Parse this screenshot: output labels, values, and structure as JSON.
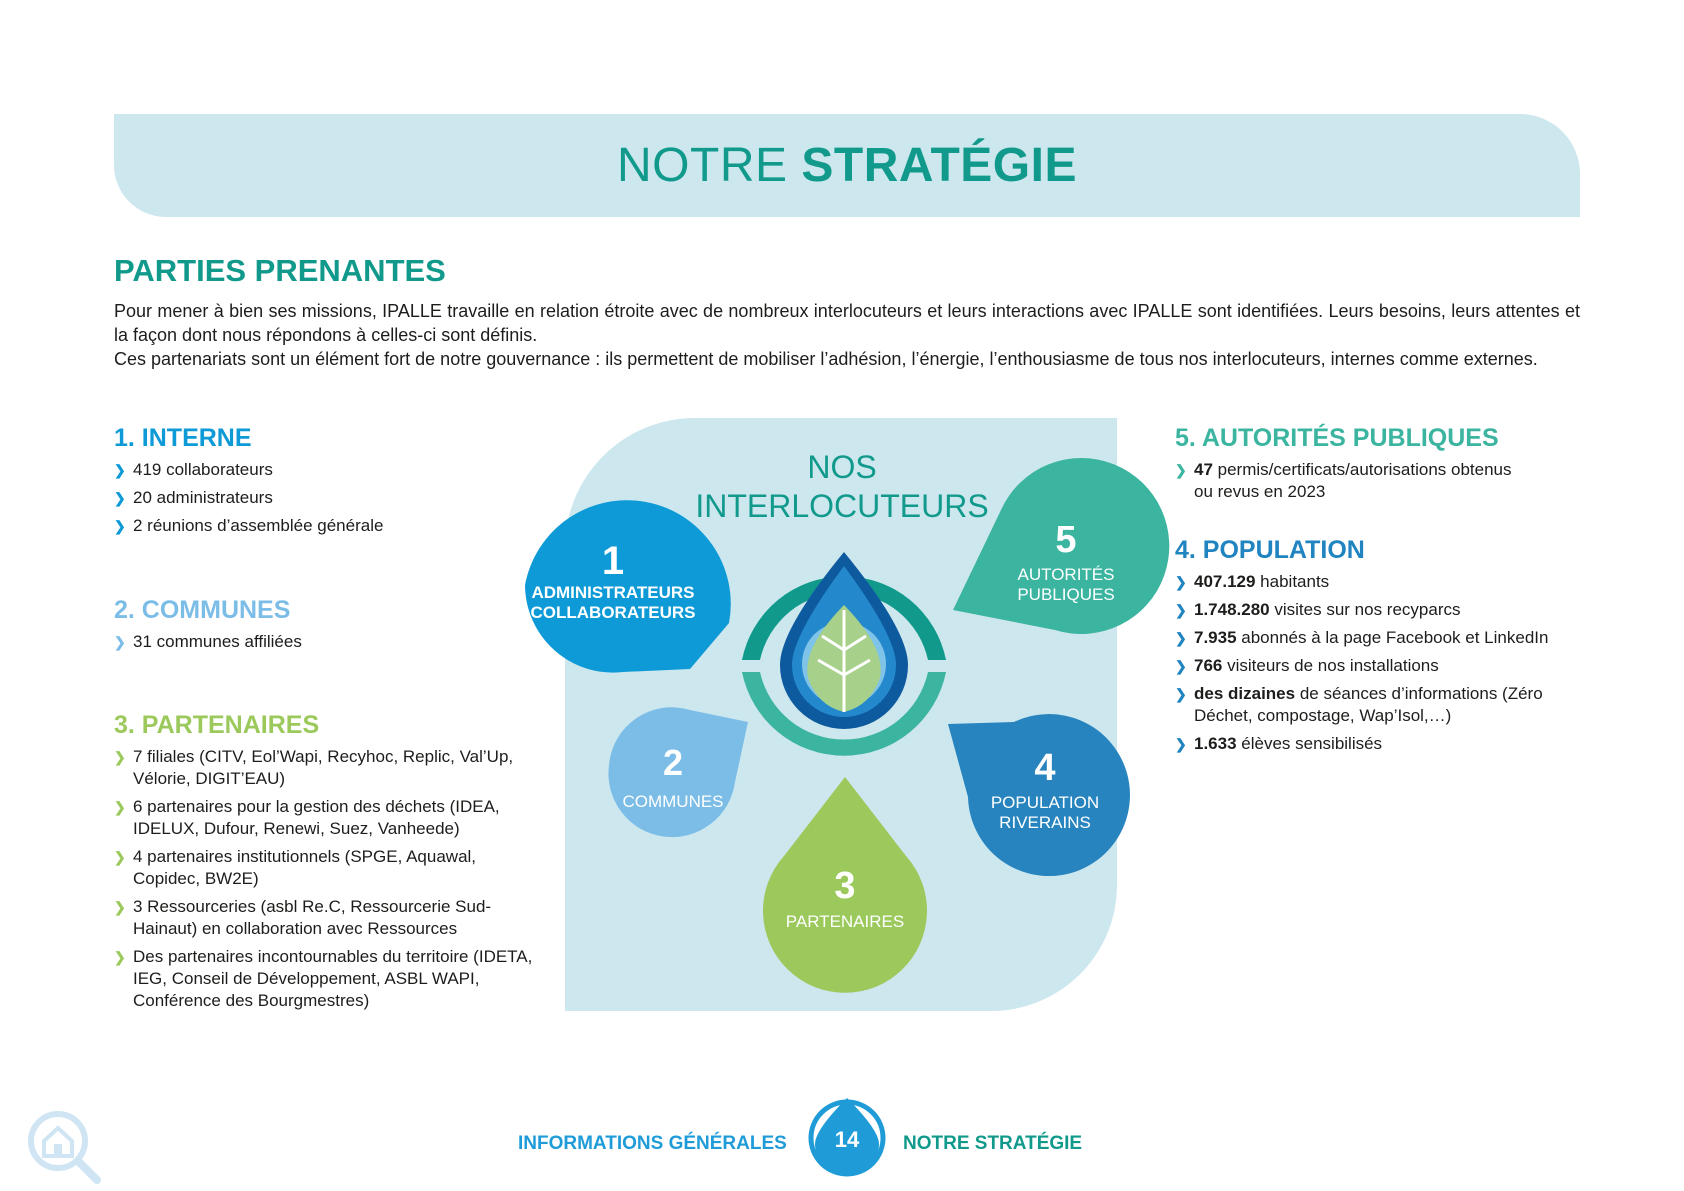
{
  "header": {
    "title_light": "NOTRE ",
    "title_bold": "STRATÉGIE"
  },
  "section": {
    "title": "PARTIES PRENANTES",
    "intro_1": "Pour mener à bien ses missions, IPALLE travaille en relation étroite avec de nombreux interlocuteurs et leurs interactions avec IPALLE sont identifiées. Leurs besoins, leurs attentes et la façon dont nous répondons à celles-ci sont définis.",
    "intro_2": "Ces partenariats sont un élément fort de notre gouvernance : ils permettent de mobiliser l’adhésion, l’énergie, l’enthousiasme de tous nos interlocuteurs, internes comme externes."
  },
  "interne": {
    "title": "1. INTERNE",
    "items": [
      "419 collaborateurs",
      "20 administrateurs",
      "2 réunions d’assemblée générale"
    ]
  },
  "communes": {
    "title": "2. COMMUNES",
    "items": [
      "31 communes affiliées"
    ]
  },
  "partenaires": {
    "title": "3. PARTENAIRES",
    "items": [
      "7 filiales (CITV, Eol’Wapi, Recyhoc, Replic, Val’Up, Vélorie, DIGIT’EAU)",
      "6 partenaires pour la gestion des déchets (IDEA, IDELUX, Dufour, Renewi, Suez, Vanheede)",
      "4 partenaires institutionnels (SPGE, Aquawal, Copidec, BW2E)",
      "3 Ressourceries (asbl Re.C, Ressourcerie Sud-Hainaut) en collaboration avec Ressources",
      "Des partenaires incontournables du territoire (IDETA, IEG, Conseil de Développement, ASBL WAPI, Conférence des Bourgmestres)"
    ]
  },
  "autorites": {
    "title": "5. AUTORITÉS PUBLIQUES",
    "items": [
      {
        "bold": "47",
        "text": " permis/certificats/autorisations obtenus ou revus en 2023"
      }
    ]
  },
  "population": {
    "title": "4. POPULATION",
    "items": [
      {
        "bold": "407.129",
        "text": " habitants"
      },
      {
        "bold": "1.748.280",
        "text": " visites sur nos recyparcs"
      },
      {
        "bold": "7.935",
        "text": " abonnés à la page Facebook et LinkedIn"
      },
      {
        "bold": "766",
        "text": " visiteurs de nos installations"
      },
      {
        "bold": "des dizaines",
        "text": " de séances d’informations (Zéro Déchet, compostage, Wap’Isol,…)"
      },
      {
        "bold": "1.633",
        "text": " élèves sensibilisés"
      }
    ]
  },
  "diagram": {
    "title_1": "NOS",
    "title_2": "INTERLOCUTEURS",
    "drop1": {
      "num": "1",
      "l1": "ADMINISTRATEURS",
      "l2": "COLLABORATEURS"
    },
    "drop2": {
      "num": "2",
      "l1": "COMMUNES"
    },
    "drop3": {
      "num": "3",
      "l1": "PARTENAIRES"
    },
    "drop4": {
      "num": "4",
      "l1": "POPULATION",
      "l2": "RIVERAINS"
    },
    "drop5": {
      "num": "5",
      "l1": "AUTORITÉS",
      "l2": "PUBLIQUES"
    }
  },
  "footer": {
    "left": "INFORMATIONS GÉNÉRALES",
    "page": "14",
    "right": "NOTRE STRATÉGIE"
  },
  "colors": {
    "teal": "#119a8c",
    "blue": "#0d9ad6",
    "light_blue": "#7cbde8",
    "green": "#9bc95c",
    "aqua": "#3bb4a0",
    "mid_blue": "#1f84c0"
  }
}
